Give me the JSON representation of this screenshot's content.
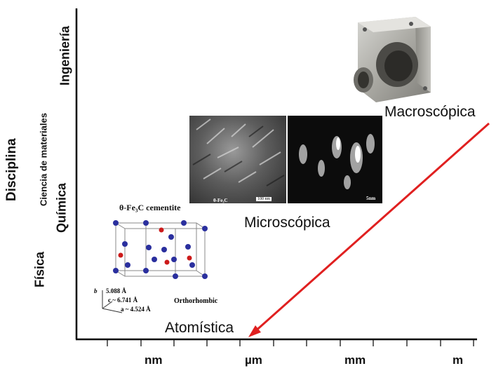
{
  "y_axis": {
    "title": "Disciplina",
    "levels": [
      "Física",
      "Química",
      "Ciencia de materiales",
      "Ingeniería"
    ]
  },
  "x_axis": {
    "ticks": [
      "nm",
      "µm",
      "mm",
      "m"
    ]
  },
  "scales": {
    "macro": "Macroscópica",
    "micro": "Microscópica",
    "atomic": "Atomística"
  },
  "crystal": {
    "title": "θ-Fe₃C cementite",
    "structure": "Orthorhombic",
    "b": "b",
    "b_value": "5.088 Å",
    "c": "c ~ 6.741 Å",
    "a": "a ~ 4.524 Å"
  },
  "micrograph": {
    "left_label": "θ-Fe₃C",
    "left_scale": "100 nm",
    "right_scale": "5nm"
  },
  "colors": {
    "arrow": "#e02020",
    "atom_blue": "#2a2f9e",
    "atom_red": "#cc1a1a",
    "axis": "#000000"
  }
}
